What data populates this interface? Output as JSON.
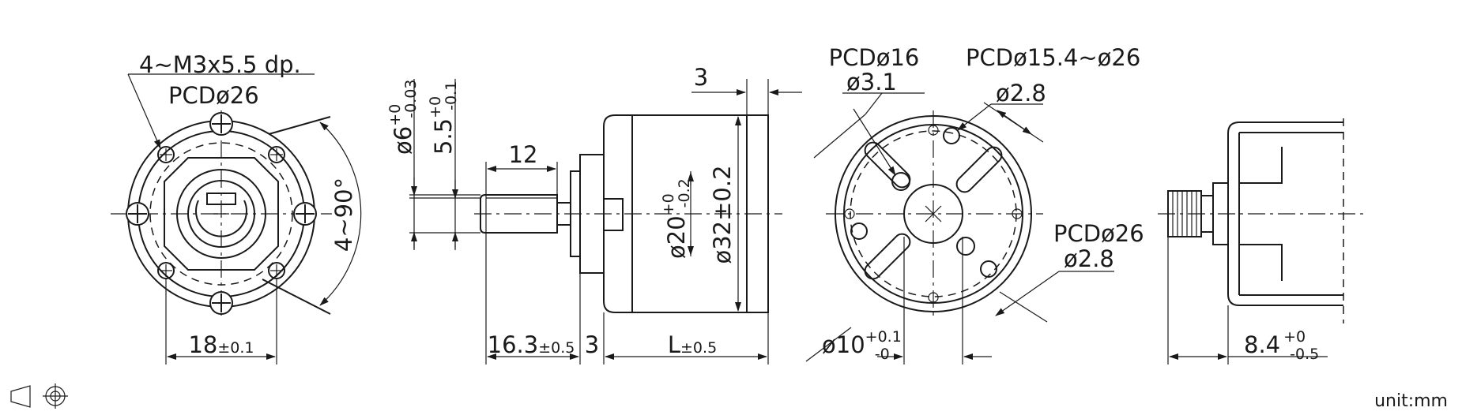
{
  "front_view": {
    "thread_label": "4~M3x5.5  dp.",
    "pcd_label": "PCDø26",
    "angle_label": "4~90°",
    "width_label": "18",
    "width_tol": "±0.1"
  },
  "side_view": {
    "shaft_dia_label": "ø6",
    "shaft_dia_tol_upper": "+0",
    "shaft_dia_tol_lower": "-0.03",
    "shaft_flat_label": "5.5",
    "shaft_flat_tol_upper": "+0",
    "shaft_flat_tol_lower": "-0.1",
    "flat_length_label": "12",
    "boss_dia_label": "ø20",
    "boss_dia_tol_upper": "+0",
    "boss_dia_tol_lower": "-0.2",
    "body_dia_label": "ø32±0.2",
    "flange_label": "3",
    "end_label": "3",
    "shaft_length_label": "16.3",
    "shaft_length_tol": "±0.5",
    "body_length_label": "L",
    "body_length_tol": "±0.5"
  },
  "rear_view": {
    "pcd16_label": "PCDø16",
    "hole31_label": "ø3.1",
    "pcd154_label": "PCDø15.4~ø26",
    "hole28a_label": "ø2.8",
    "pcd26_label": "PCDø26",
    "hole28b_label": "ø2.8",
    "center_dia_label": "ø10",
    "center_dia_tol_upper": "+0.1",
    "center_dia_tol_lower": "-0"
  },
  "motor_view": {
    "length_label": "8.4",
    "length_tol_upper": "+0",
    "length_tol_lower": "-0.5"
  },
  "footer": {
    "unit_label": "unit:mm",
    "projection_symbol": "third-angle-projection-icon"
  }
}
